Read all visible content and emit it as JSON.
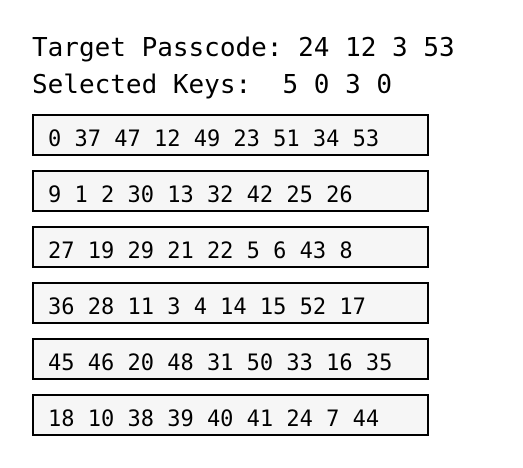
{
  "header": {
    "target_label": "Target Passcode:",
    "target_value": "24 12 3 53",
    "selected_label": "Selected Keys:",
    "selected_value": "5 0 3 0"
  },
  "key_rows": [
    {
      "keys": "0 37 47 12 49 23 51 34 53"
    },
    {
      "keys": "9 1 2 30 13 32 42 25 26"
    },
    {
      "keys": "27 19 29 21 22 5 6 43 8"
    },
    {
      "keys": "36 28 11 3 4 14 15 52 17"
    },
    {
      "keys": "45 46 20 48 31 50 33 16 35"
    },
    {
      "keys": "18 10 38 39 40 41 24 7 44"
    }
  ]
}
